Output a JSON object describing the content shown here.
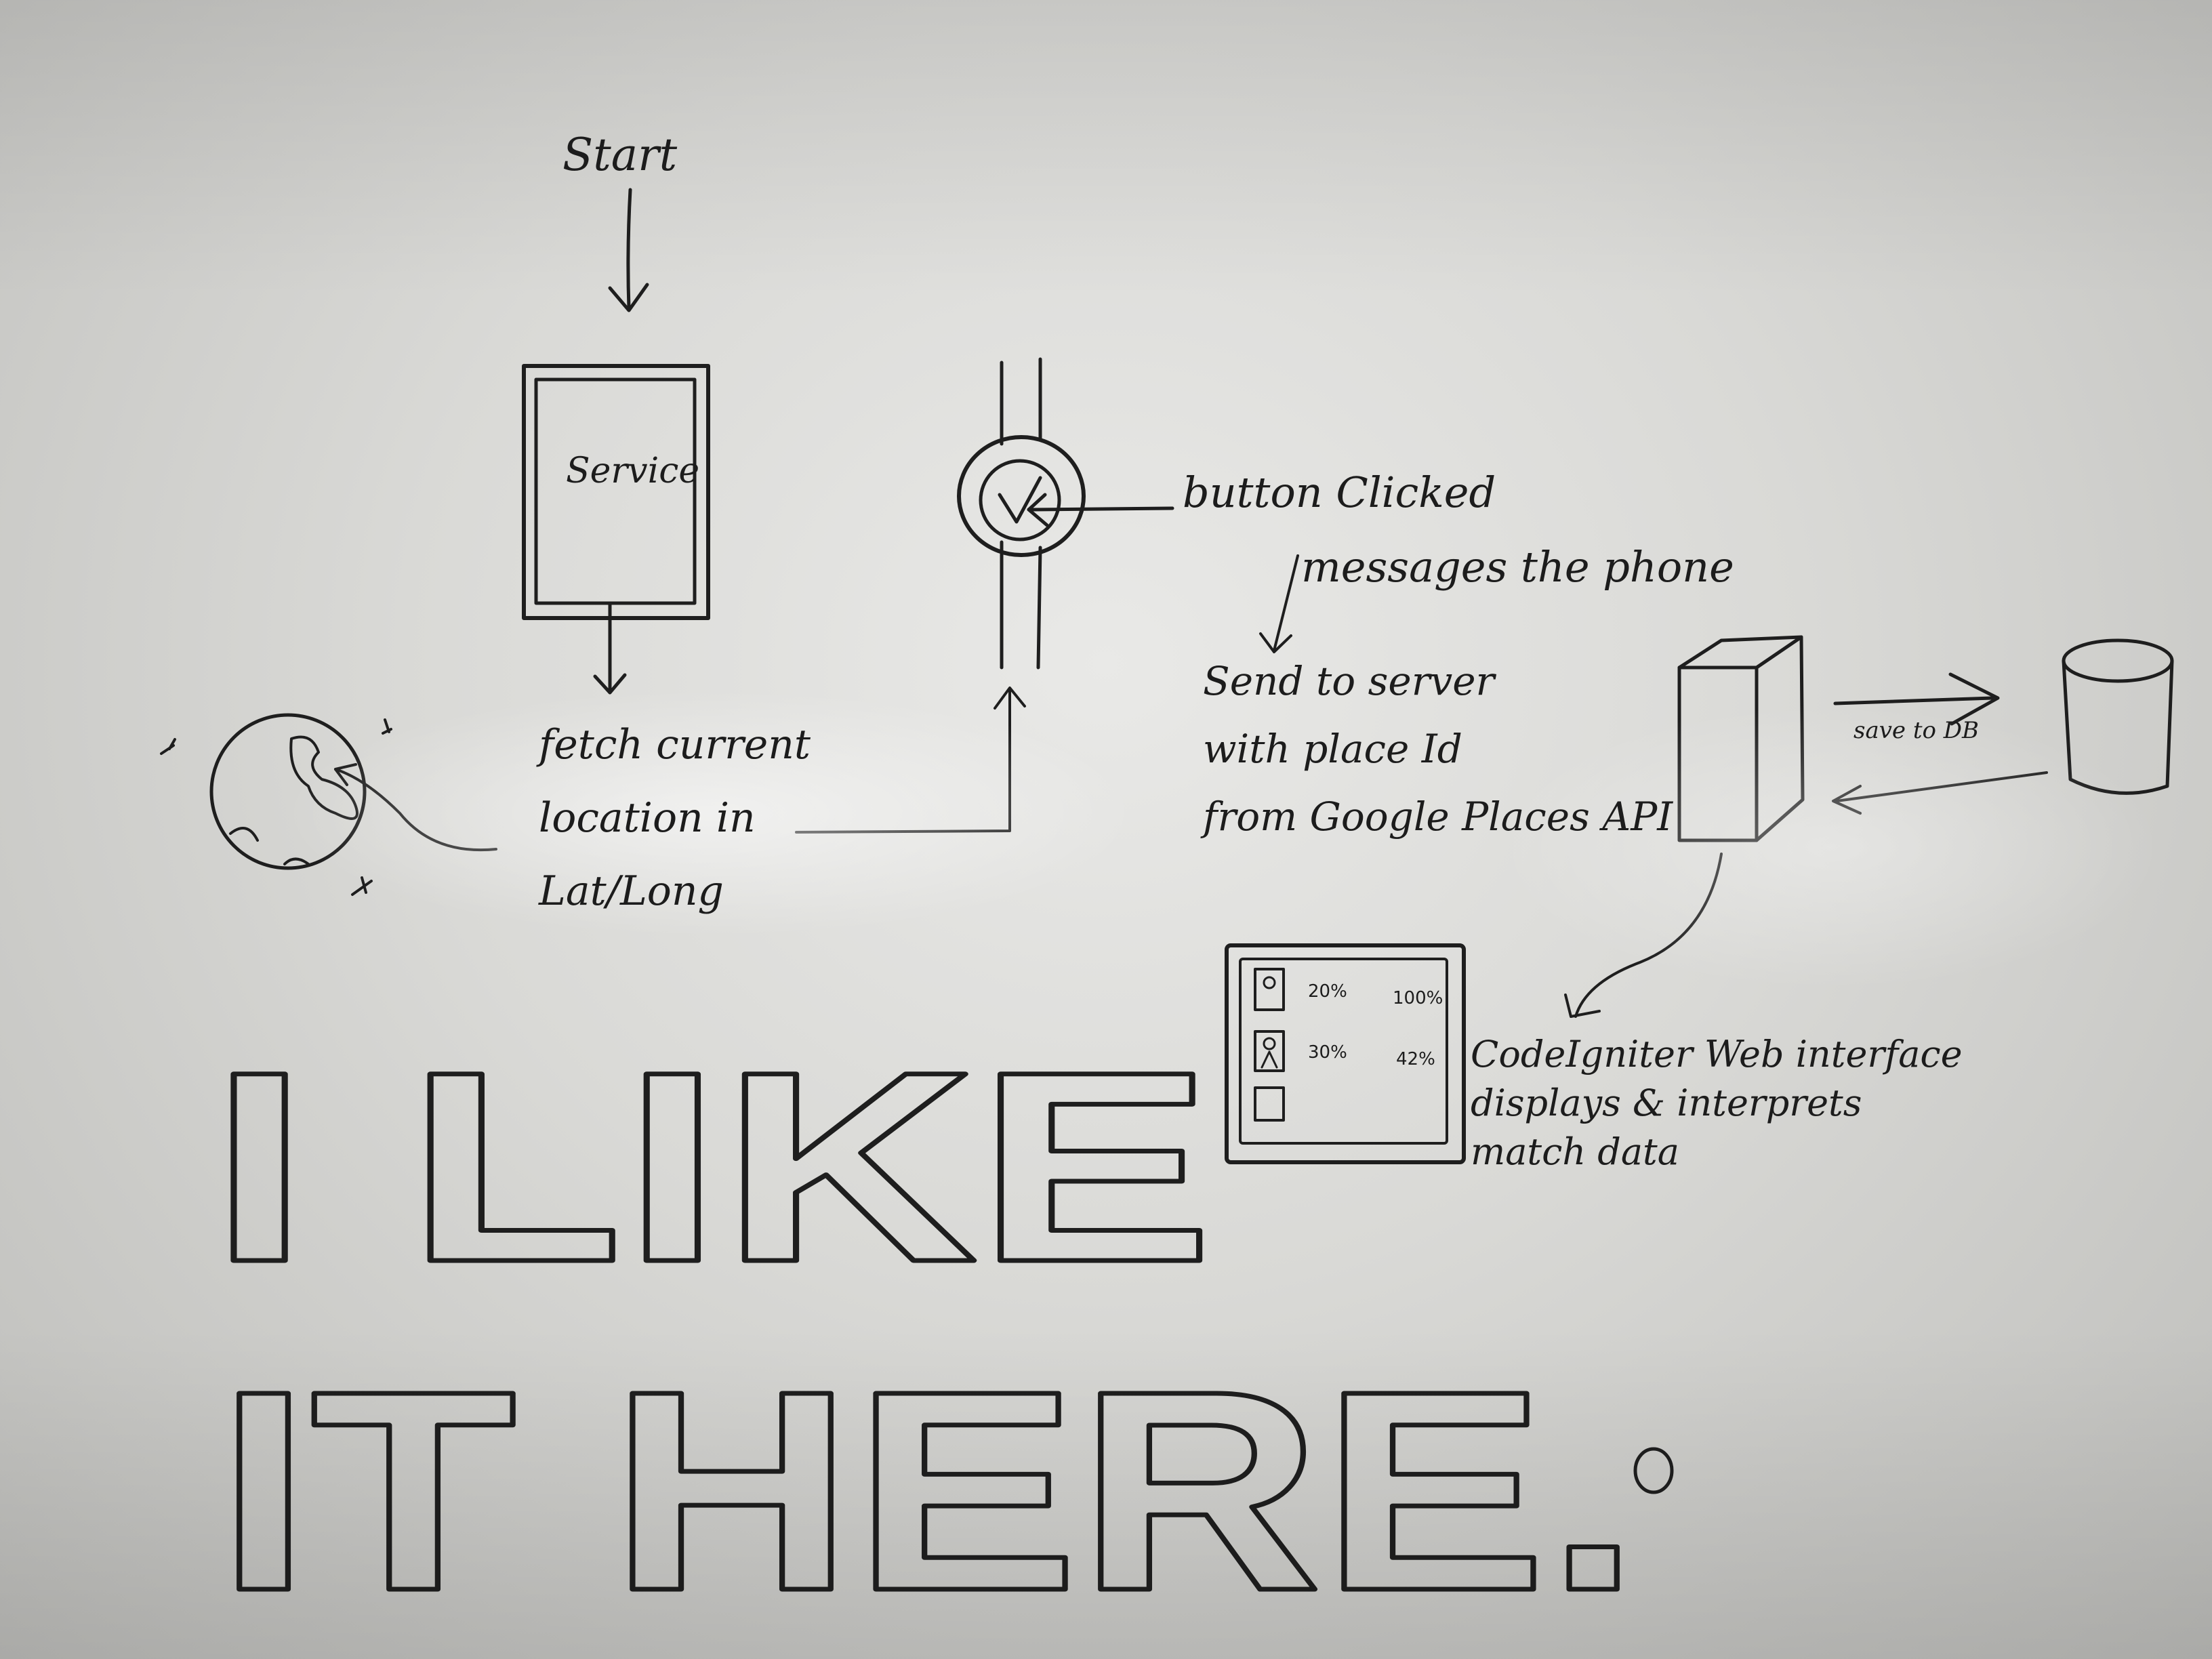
{
  "diagram": {
    "start_label": "Start",
    "service_label": "Service",
    "fetch_text": [
      "fetch current",
      "location in",
      "Lat/Long"
    ],
    "button_label": "button Clicked",
    "messages_label": "messages the phone",
    "send_text": [
      "Send to server",
      "with place Id",
      "from Google Places API"
    ],
    "save_label": "save to DB",
    "web_interface_text": [
      "CodeIgniter Web interface",
      "displays & interprets",
      "match data"
    ],
    "interface_rows": [
      {
        "left": "20%",
        "right": "100%"
      },
      {
        "left": "30%",
        "right": "42%"
      }
    ]
  },
  "slogan": {
    "line1": "I LIKE",
    "line2": "IT HERE."
  },
  "colors": {
    "ink": "#1e1e1e",
    "board": "#e2e2df"
  }
}
